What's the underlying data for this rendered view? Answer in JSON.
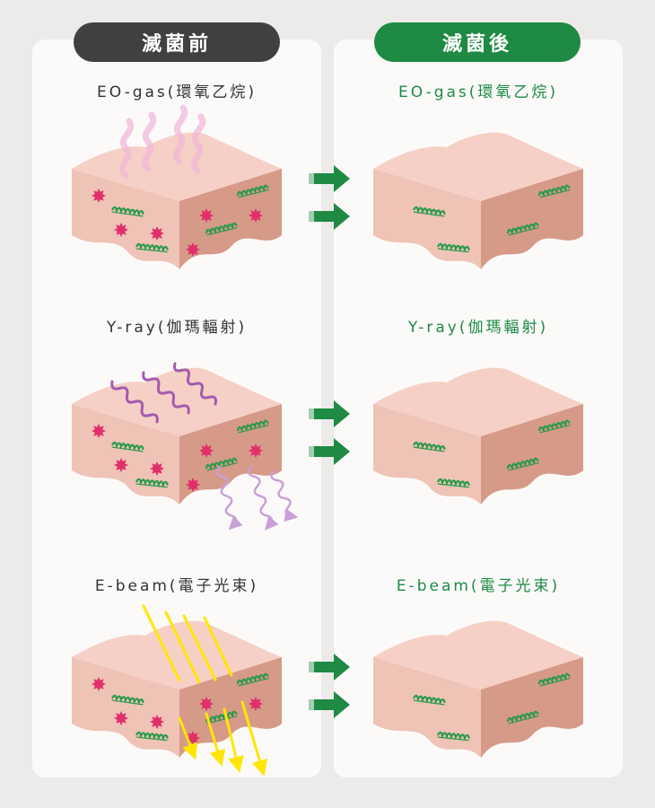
{
  "headers": {
    "before": "滅菌前",
    "after": "滅菌後"
  },
  "methods": [
    {
      "label": "EO-gas(環氧乙烷)"
    },
    {
      "label": "Y-ray(伽瑪輻射)"
    },
    {
      "label": "E-beam(電子光束)"
    }
  ],
  "colors": {
    "before_header": "#404040",
    "after_header": "#1e8a43",
    "tissue_top": "#f6d0c6",
    "tissue_front": "#efc3b6",
    "tissue_side": "#d69a88",
    "bacteria_green": "#2a9a4a",
    "virus_pink": "#e0306a",
    "arrow_green": "#1e8a43",
    "gas": "#f1b8d8",
    "gamma": "#a45bb0",
    "ebeam": "#ffe600"
  },
  "icons": {
    "bacteria": "rod-bacteria-icon",
    "virus": "spiky-virus-icon",
    "gas": "gas-vapor-icon",
    "gamma": "wave-ray-icon",
    "ebeam": "beam-ray-icon",
    "arrow": "right-arrow-icon"
  }
}
